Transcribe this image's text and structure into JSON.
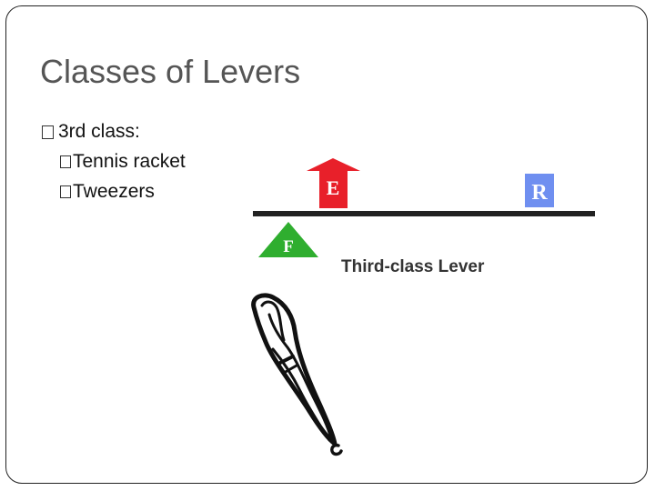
{
  "slide": {
    "title": "Classes of Levers",
    "bullets": [
      {
        "text": "3rd class:",
        "level": 1
      },
      {
        "text": "Tennis racket",
        "level": 2
      },
      {
        "text": "Tweezers",
        "level": 2
      }
    ]
  },
  "diagram": {
    "effort_label": "E",
    "resistance_label": "R",
    "fulcrum_label": "F",
    "caption": "Third-class Lever",
    "colors": {
      "effort": "#e8202a",
      "resistance": "#6f8ff0",
      "fulcrum": "#2fae2f",
      "lever_bar": "#222222"
    }
  }
}
